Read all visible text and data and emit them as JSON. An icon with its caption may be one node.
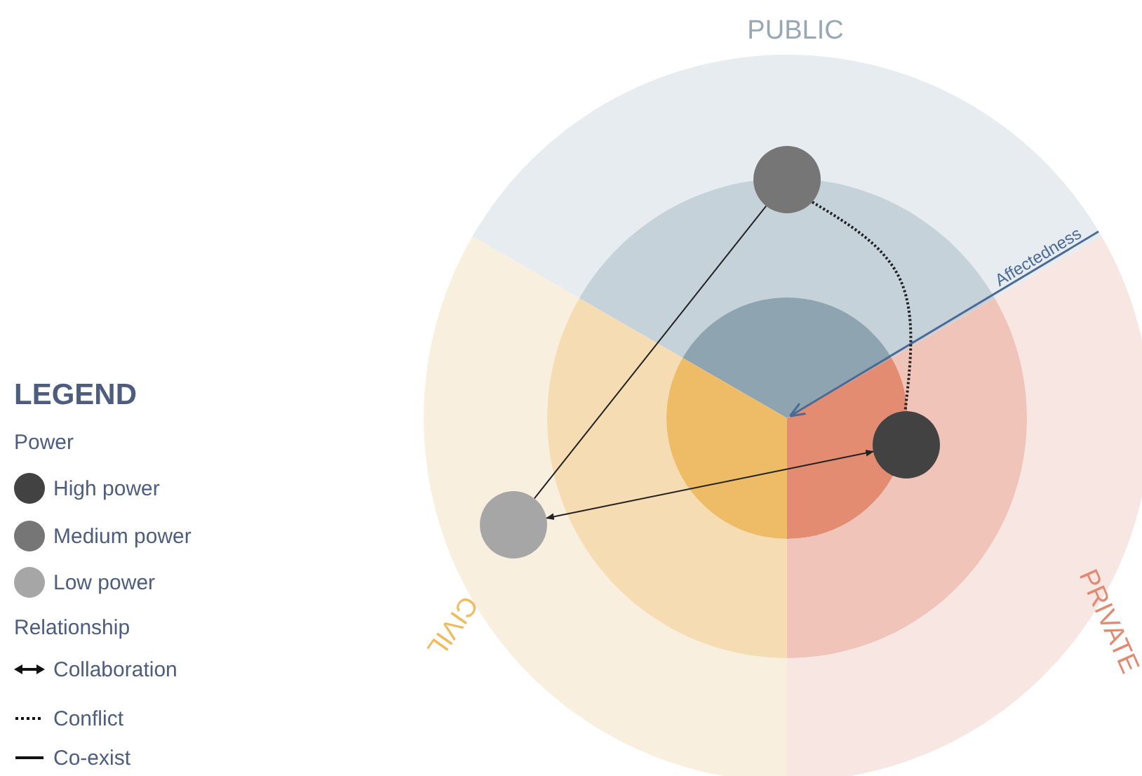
{
  "diagram": {
    "nodes": [
      {
        "text": [],
        "shape": "circle"
      },
      {
        "text": [],
        "shape": "circle"
      },
      {
        "text": [],
        "shape": "circle"
      }
    ],
    "edges": [
      {
        "from": 0,
        "to": 2,
        "arrow": "none"
      },
      {
        "from": 2,
        "to": 1,
        "arrow": "both"
      },
      {
        "from": 0,
        "to": 1,
        "arrow": "none",
        "style": "dashed"
      }
    ],
    "labels": [
      "PUBLIC",
      "Affectedness",
      "CIVIL",
      "PRIVATE",
      "LEGEND",
      "Power",
      "Relationship"
    ],
    "legend": [
      {
        "text": "High power",
        "color": "#424242"
      },
      {
        "text": "Medium power",
        "color": "#767676"
      },
      {
        "text": "Low power",
        "color": "#a6a6a6"
      },
      {
        "text": "Collaboration"
      },
      {
        "text": "Conflict"
      },
      {
        "text": "Co-exist"
      }
    ]
  }
}
